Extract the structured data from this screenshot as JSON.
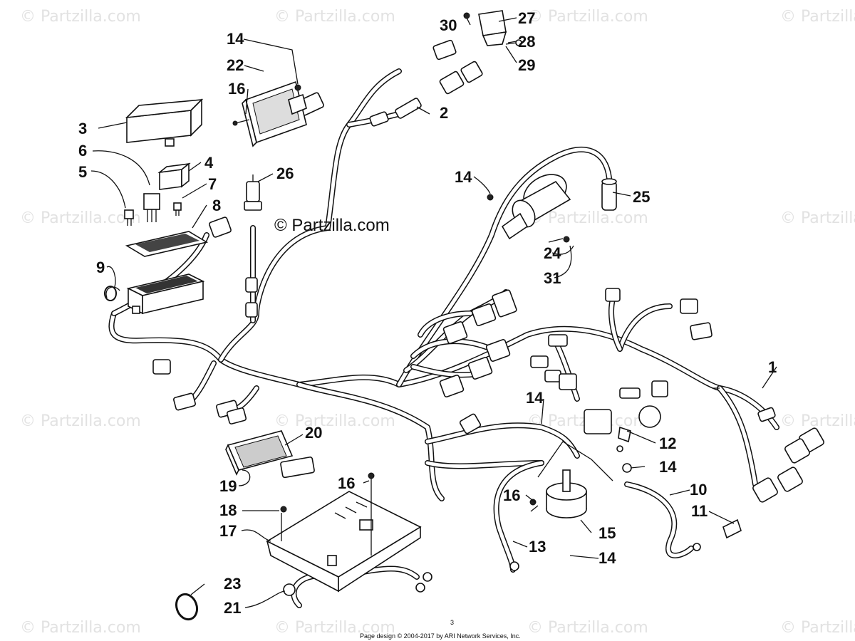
{
  "watermark": "© Partzilla.com",
  "center_watermark": "© Partzilla.com",
  "footer": "Page design © 2004-2017 by ARI Network Services, Inc.",
  "page_mark": "3",
  "callouts": [
    "1",
    "2",
    "3",
    "4",
    "5",
    "6",
    "7",
    "8",
    "9",
    "10",
    "11",
    "12",
    "13",
    "14",
    "14",
    "14",
    "14",
    "14",
    "15",
    "16",
    "16",
    "16",
    "17",
    "18",
    "19",
    "20",
    "21",
    "22",
    "23",
    "24",
    "25",
    "26",
    "27",
    "28",
    "29",
    "30",
    "31"
  ]
}
